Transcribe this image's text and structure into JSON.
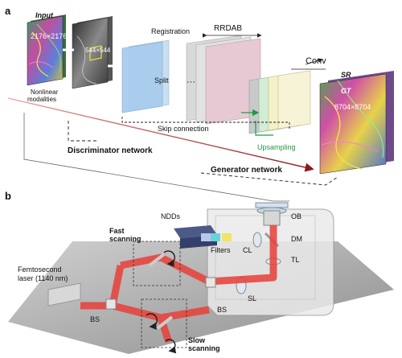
{
  "panel_a": {
    "letter": "a",
    "input_label": "Input",
    "input_dims": "2176×2176",
    "registered_dims": "544×544",
    "registration_label": "Registration",
    "rrdab_label": "RRDAB",
    "conv_label": "Conv",
    "split_label": "Split",
    "ellipsis": "···",
    "sr_label": "SR",
    "gt_label": "GT",
    "output_dims": "8704×8704",
    "nonlinear_label_line1": "Nonlinear",
    "nonlinear_label_line2": "modalities",
    "skip_label": "Skip connection",
    "upsampling_label": "Upsampling",
    "discriminator_label": "Discriminator network",
    "generator_label": "Generator network"
  },
  "panel_b": {
    "letter": "b",
    "ndds_label": "NDDs",
    "ob_label": "OB",
    "dm_label": "DM",
    "tl_label": "TL",
    "filters_label": "Filters",
    "cl_label": "CL",
    "sl_label": "SL",
    "bs_right_label": "BS",
    "bs_left_label": "BS",
    "fast_line1": "Fast",
    "fast_line2": "scanning",
    "slow_line1": "Slow",
    "slow_line2": "scanning",
    "laser_line1": "Femtosecond",
    "laser_line2": "laser (1140 nm)"
  },
  "colors": {
    "laser_red": "#e8403a",
    "arrow_dark_red": "#8b1a1a",
    "green_accent": "#1f9a46",
    "table_gray": "#a9a9a9",
    "block_blue": "#a9cdee",
    "block_pink": "#e7c9d3",
    "block_yellow": "#f4f1c6"
  }
}
